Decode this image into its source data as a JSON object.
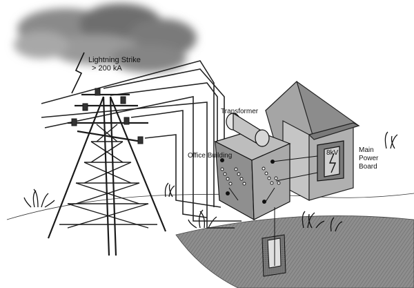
{
  "labels": {
    "lightning_line1": "Lightning Strike",
    "lightning_line2": "> 200 kA",
    "transformer": "Transformer",
    "office_building": "Office Building",
    "main_power_board_line1": "Main",
    "main_power_board_line2": "Power",
    "main_power_board_line3": "Board",
    "panel_voltage": "8kV"
  },
  "icons": [
    "cloud-icon",
    "lightning-bolt-icon",
    "transmission-tower-icon",
    "transformer-icon",
    "house-icon",
    "grass-icon",
    "ground-rod-pit-icon"
  ],
  "colors": {
    "cloud": "#7d7d7d",
    "ground": "#8a8a8a",
    "building_front": "#9a9a9a",
    "building_side": "#7a7a7a",
    "line": "#222222"
  }
}
